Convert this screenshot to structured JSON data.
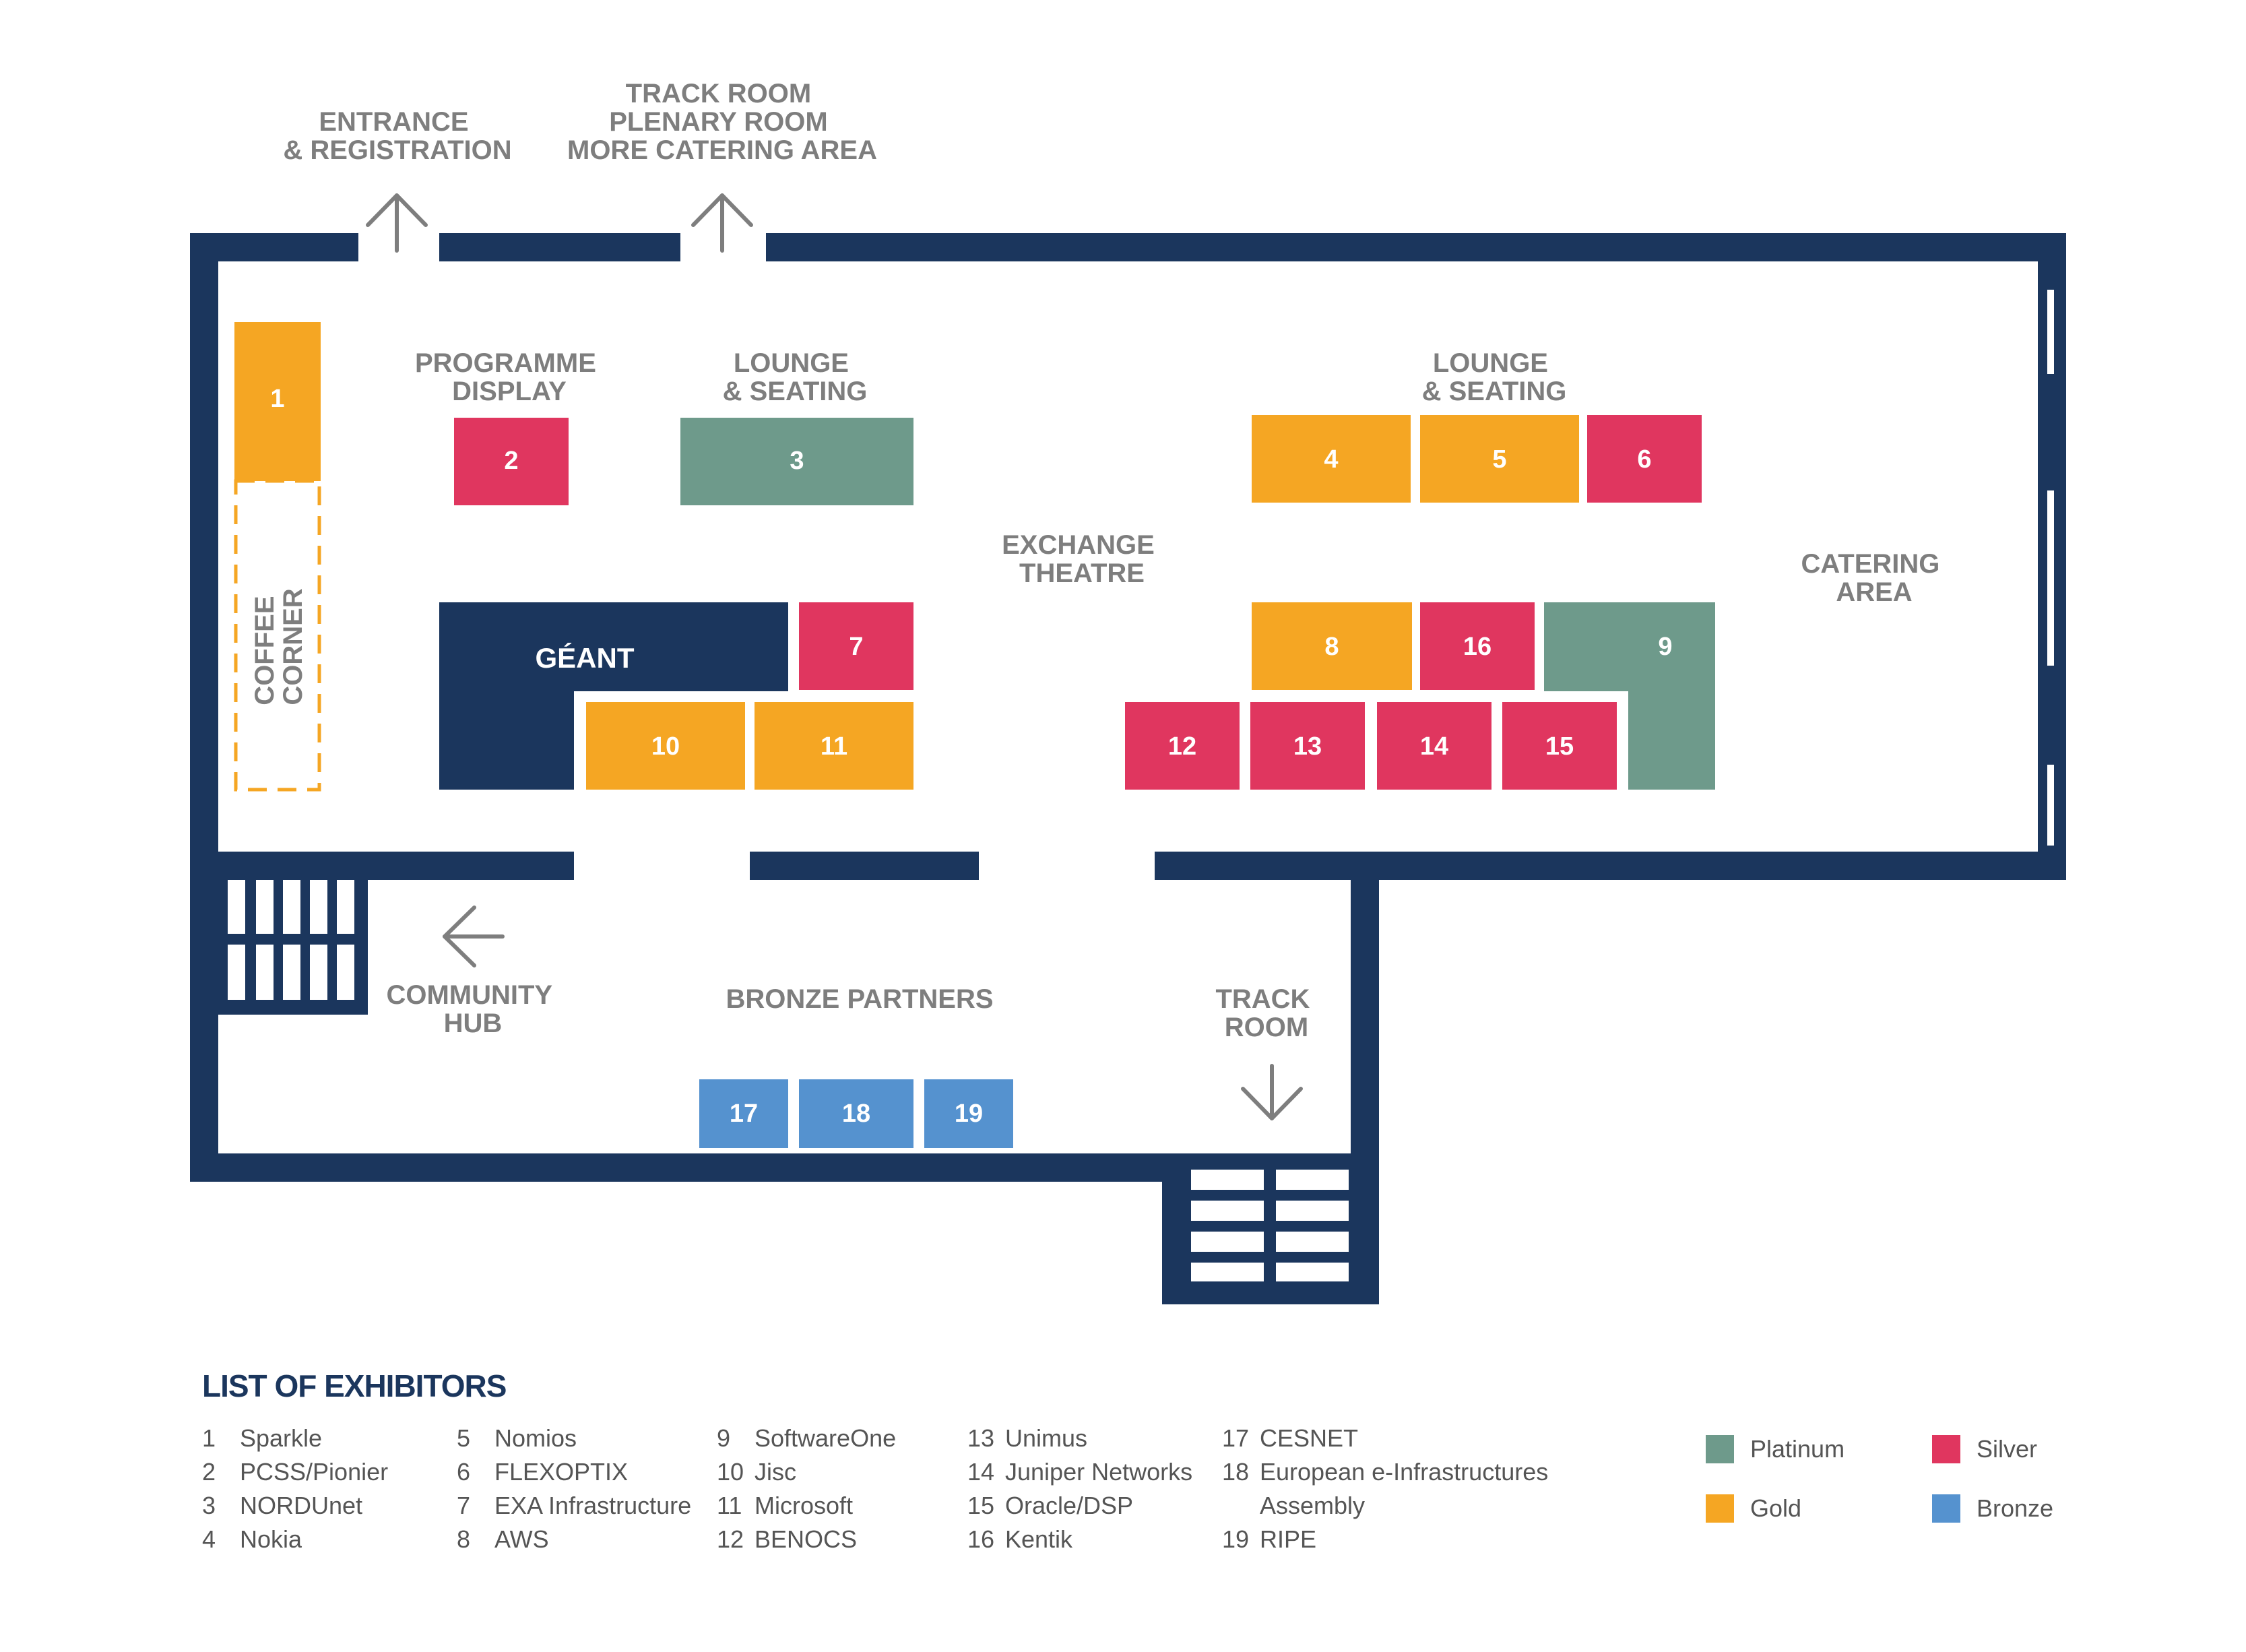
{
  "areas": {
    "entrance": [
      "ENTRANCE",
      "& REGISTRATION"
    ],
    "track_plenary": [
      "TRACK ROOM",
      "PLENARY ROOM",
      "MORE CATERING AREA"
    ],
    "programme_display": [
      "PROGRAMME",
      "DISPLAY"
    ],
    "lounge_left": [
      "LOUNGE",
      "& SEATING"
    ],
    "lounge_right": [
      "LOUNGE",
      "& SEATING"
    ],
    "exchange_theatre": [
      "EXCHANGE",
      "THEATRE"
    ],
    "catering_area": [
      "CATERING",
      "AREA"
    ],
    "coffee_corner": [
      "COFFEE",
      "CORNER"
    ],
    "community_hub": [
      "COMMUNITY",
      "HUB"
    ],
    "bronze_partners": "BRONZE PARTNERS",
    "track_room": [
      "TRACK",
      "ROOM"
    ]
  },
  "geant_label": "GÉANT",
  "colors": {
    "wall": "#1b365d",
    "platinum": "#6e9a8b",
    "gold": "#f5a623",
    "silver": "#e0365f",
    "bronze": "#5592cf",
    "geant": "#1b365d",
    "label_grey": "#7e7e7e"
  },
  "booths": [
    {
      "num": "1",
      "tier": "gold"
    },
    {
      "num": "2",
      "tier": "silver"
    },
    {
      "num": "3",
      "tier": "platinum"
    },
    {
      "num": "4",
      "tier": "gold"
    },
    {
      "num": "5",
      "tier": "gold"
    },
    {
      "num": "6",
      "tier": "silver"
    },
    {
      "num": "7",
      "tier": "silver"
    },
    {
      "num": "8",
      "tier": "gold"
    },
    {
      "num": "9",
      "tier": "platinum"
    },
    {
      "num": "10",
      "tier": "gold"
    },
    {
      "num": "11",
      "tier": "gold"
    },
    {
      "num": "12",
      "tier": "silver"
    },
    {
      "num": "13",
      "tier": "silver"
    },
    {
      "num": "14",
      "tier": "silver"
    },
    {
      "num": "15",
      "tier": "silver"
    },
    {
      "num": "16",
      "tier": "silver"
    },
    {
      "num": "17",
      "tier": "bronze"
    },
    {
      "num": "18",
      "tier": "bronze"
    },
    {
      "num": "19",
      "tier": "bronze"
    }
  ],
  "legend": {
    "title": "LIST OF EXHIBITORS",
    "columns": [
      [
        {
          "num": "1",
          "name": "Sparkle"
        },
        {
          "num": "2",
          "name": "PCSS/Pionier"
        },
        {
          "num": "3",
          "name": "NORDUnet"
        },
        {
          "num": "4",
          "name": "Nokia"
        }
      ],
      [
        {
          "num": "5",
          "name": "Nomios"
        },
        {
          "num": "6",
          "name": "FLEXOPTIX"
        },
        {
          "num": "7",
          "name": "EXA Infrastructure"
        },
        {
          "num": "8",
          "name": "AWS"
        }
      ],
      [
        {
          "num": "9",
          "name": "SoftwareOne"
        },
        {
          "num": "10",
          "name": "Jisc"
        },
        {
          "num": "11",
          "name": "Microsoft"
        },
        {
          "num": "12",
          "name": "BENOCS"
        }
      ],
      [
        {
          "num": "13",
          "name": "Unimus"
        },
        {
          "num": "14",
          "name": "Juniper Networks"
        },
        {
          "num": "15",
          "name": "Oracle/DSP"
        },
        {
          "num": "16",
          "name": "Kentik"
        }
      ],
      [
        {
          "num": "17",
          "name": "CESNET"
        },
        {
          "num": "18",
          "name": "European e-Infrastructures"
        },
        {
          "num": "",
          "name": "Assembly"
        },
        {
          "num": "19",
          "name": "RIPE"
        }
      ]
    ],
    "tiers": {
      "platinum": "Platinum",
      "silver": "Silver",
      "gold": "Gold",
      "bronze": "Bronze"
    }
  }
}
